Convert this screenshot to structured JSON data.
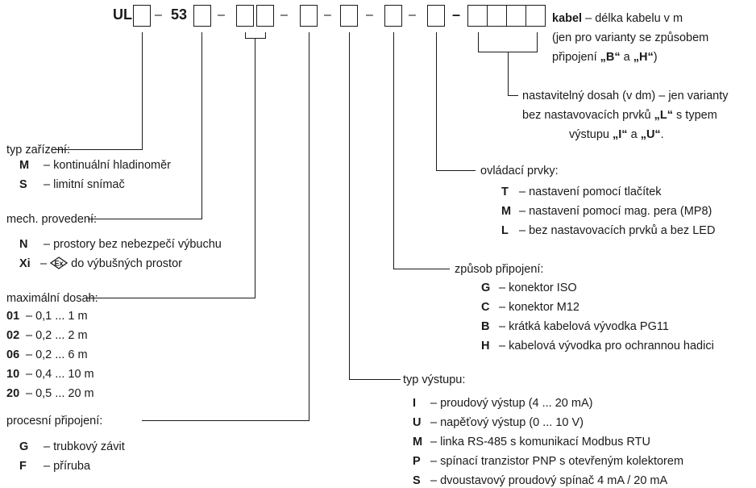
{
  "code": {
    "prefix": "UL",
    "model": "53",
    "sep": "–",
    "sep_bold": "–"
  },
  "cable": {
    "title": "kabel",
    "desc": "– délka kabelu v m",
    "note1": "(jen pro varianty se způsobem",
    "note2_prefix": "připojení",
    "note2_b": "„B“",
    "note2_and": "a",
    "note2_h": "„H“",
    "note2_suffix": ")"
  },
  "range_adj": {
    "line1": "nastavitelný dosah (v dm) – jen varianty",
    "line2_prefix": "bez nastavovacích prvků",
    "line2_l": "„L“",
    "line2_suffix": "s typem",
    "line3_prefix": "výstupu",
    "line3_i": "„I“",
    "line3_and": "a",
    "line3_u": "„U“",
    "line3_suffix": "."
  },
  "device_type": {
    "title": "typ zařízení:",
    "items": [
      {
        "code": "M",
        "desc": "– kontinuální hladinoměr"
      },
      {
        "code": "S",
        "desc": "– limitní snímač"
      }
    ]
  },
  "mech": {
    "title": "mech. provedení:",
    "items": [
      {
        "code": "N",
        "desc": "– prostory bez nebezpečí výbuchu"
      },
      {
        "code": "Xi",
        "desc_prefix": "–",
        "desc": "do výbušných prostor",
        "icon": "ex-atex-icon"
      }
    ]
  },
  "range": {
    "title": "maximální dosah:",
    "items": [
      {
        "code": "01",
        "desc": "– 0,1 ... 1 m"
      },
      {
        "code": "02",
        "desc": "– 0,2 ... 2 m"
      },
      {
        "code": "06",
        "desc": "– 0,2 ... 6 m"
      },
      {
        "code": "10",
        "desc": "– 0,4 ... 10 m"
      },
      {
        "code": "20",
        "desc": "– 0,5 ... 20 m"
      }
    ]
  },
  "process": {
    "title": "procesní připojení:",
    "items": [
      {
        "code": "G",
        "desc": "– trubkový závit"
      },
      {
        "code": "F",
        "desc": "– příruba"
      }
    ]
  },
  "controls": {
    "title": "ovládací prvky:",
    "items": [
      {
        "code": "T",
        "desc": "– nastavení pomocí tlačítek"
      },
      {
        "code": "M",
        "desc": "– nastavení pomocí mag. pera (MP8)"
      },
      {
        "code": "L",
        "desc": "– bez nastavovacích prvků a bez LED"
      }
    ]
  },
  "connection": {
    "title": "způsob připojení:",
    "items": [
      {
        "code": "G",
        "desc": "– konektor ISO"
      },
      {
        "code": "C",
        "desc": "– konektor M12"
      },
      {
        "code": "B",
        "desc": "– krátká kabelová vývodka PG11"
      },
      {
        "code": "H",
        "desc": "– kabelová vývodka pro ochrannou hadici"
      }
    ]
  },
  "output": {
    "title": "typ výstupu:",
    "items": [
      {
        "code": "I",
        "desc": "– proudový výstup (4 ... 20 mA)"
      },
      {
        "code": "U",
        "desc": "– napěťový výstup (0 ... 10 V)"
      },
      {
        "code": "M",
        "desc": "– linka RS-485 s komunikací Modbus RTU"
      },
      {
        "code": "P",
        "desc": "– spínací tranzistor PNP s otevřeným kolektorem"
      },
      {
        "code": "S",
        "desc": "– dvoustavový proudový spínač 4 mA / 20 mA"
      }
    ]
  }
}
